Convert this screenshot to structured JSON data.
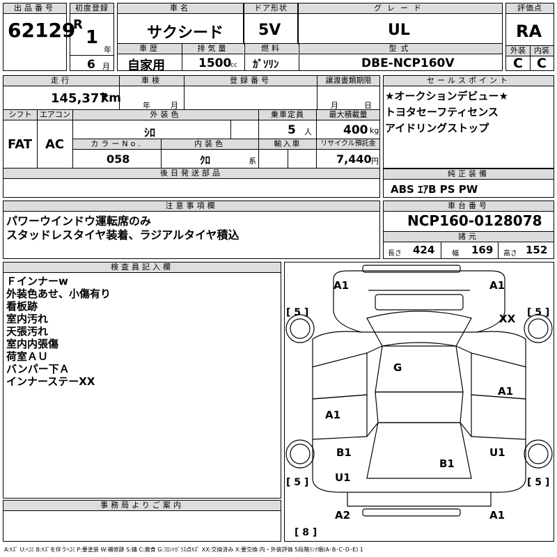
{
  "row1": {
    "lot_label": "出品番号",
    "lot": "62129",
    "first_reg_label": "初度登録",
    "era": "R",
    "year": "1",
    "year_unit": "年",
    "month": "6",
    "month_unit": "月",
    "car_name_label": "車名",
    "car_name": "サクシード",
    "door_label": "ドア形状",
    "door": "5V",
    "grade_label": "グレード",
    "grade": "UL",
    "score_label": "評価点",
    "score": "RA",
    "history_label": "車歴",
    "history": "自家用",
    "disp_label": "排気量",
    "disp": "1500",
    "disp_unit": "cc",
    "fuel_label": "燃料",
    "fuel": "ｶﾞｿﾘﾝ",
    "model_label": "型式",
    "model": "DBE-NCP160V",
    "ext_label": "外装",
    "ext": "C",
    "int_label": "内装",
    "int": "C"
  },
  "row2": {
    "mileage_label": "走行",
    "mileage": "145,377",
    "mileage_unit": "km",
    "inspection_label": "車検",
    "insp_year": "年",
    "insp_month": "月",
    "regno_label": "登録番号",
    "transfer_label": "譲渡書類期限",
    "tr_month": "月",
    "tr_day": "日",
    "shift_label": "シフト",
    "shift": "FAT",
    "ac_label": "エアコン",
    "ac": "AC",
    "color_label": "外装色",
    "color": "ｼﾛ",
    "capacity_label": "乗車定員",
    "capacity": "5",
    "capacity_unit": "人",
    "load_label": "最大積載量",
    "load": "400",
    "load_unit": "kg",
    "colorno_label": "カラーNo.",
    "colorno": "058",
    "intcolor_label": "内装色",
    "intcolor": "ｸﾛ",
    "intcolor_unit": "系",
    "import_label": "輸入車",
    "recycle_label": "リサイクル預託金",
    "recycle": "7,440",
    "recycle_unit": "円",
    "later_label": "後日発送部品"
  },
  "selling": {
    "label": "セールスポイント",
    "lines": [
      "★オークションデビュー★",
      "トヨタセーフティセンス",
      "アイドリングストップ"
    ]
  },
  "equipment": {
    "label": "純正装備",
    "text": "ABS ｴｱB PS PW"
  },
  "caution": {
    "label": "注意事項欄",
    "lines": [
      "パワーウインドウ運転席のみ",
      "スタッドレスタイヤ装着、ラジアルタイヤ積込"
    ]
  },
  "chassis": {
    "label": "車台番号",
    "number": "NCP160-0128078",
    "spec_label": "諸元",
    "len_label": "長さ",
    "len": "424",
    "wid_label": "幅",
    "wid": "169",
    "hgt_label": "高さ",
    "hgt": "152"
  },
  "inspector": {
    "label": "検査員記入欄",
    "lines": [
      "Ｆインナーw",
      "外装色あせ、小傷有り",
      "看板跡",
      "室内汚れ",
      "天張汚れ",
      "室内内張傷",
      "荷室ＡＵ",
      "バンパー下Ａ",
      "インナーステーXX"
    ]
  },
  "office": {
    "label": "事務局よりご案内"
  },
  "diagram": {
    "marks": [
      "A1",
      "A1",
      "XX",
      "G",
      "A1",
      "A1",
      "B1",
      "U1",
      "B1",
      "U1",
      "A2",
      "A1"
    ],
    "tires": [
      "[ 5 ]",
      "[ 5 ]",
      "[ 5 ]",
      "[ 5 ]",
      "[ 8 ]"
    ]
  },
  "legend": "A:ｷｽﾞ U:ﾍｺﾐ B:ｷｽﾞを伴うﾍｺﾐ P:要塗装 W:補修跡 S:錆 C:腐食 G:ﾌﾛﾝﾄｶﾞﾗｽ点ｷｽﾞ XX:交換済み X:要交換 内・外装評価 5段階ﾗﾝｸ順(A･B･C･D･E) 1"
}
